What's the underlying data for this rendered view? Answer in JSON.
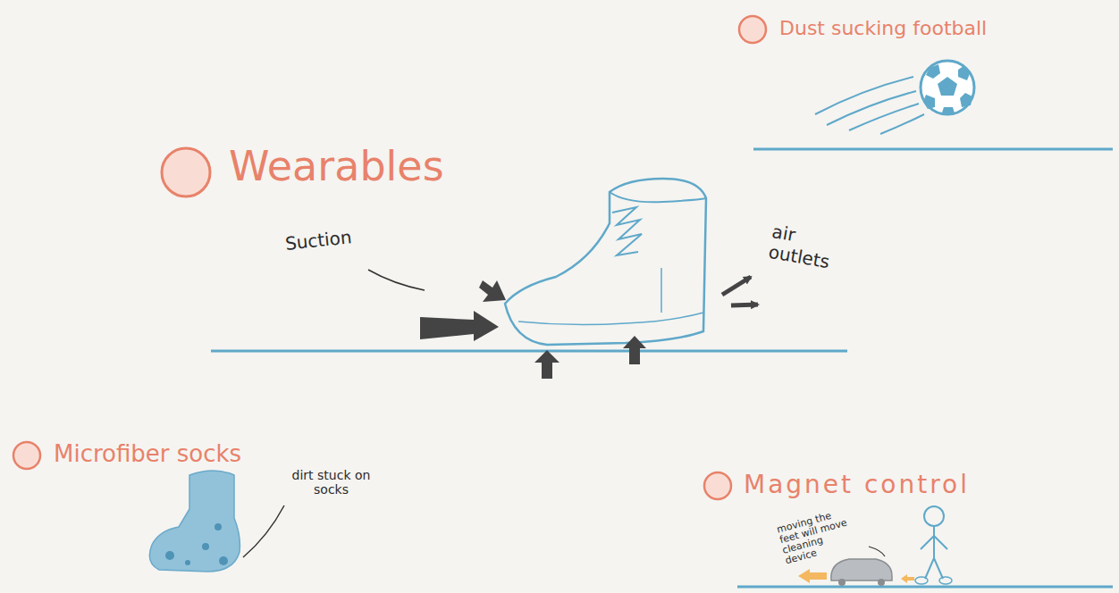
{
  "diagram": {
    "labels": [
      "Wearables",
      "Suction",
      "air outlets",
      "Dust sucking football",
      "Microfiber socks",
      "dirt stuck on socks",
      "Magnet control",
      "moving the feet will move cleaning device"
    ]
  }
}
